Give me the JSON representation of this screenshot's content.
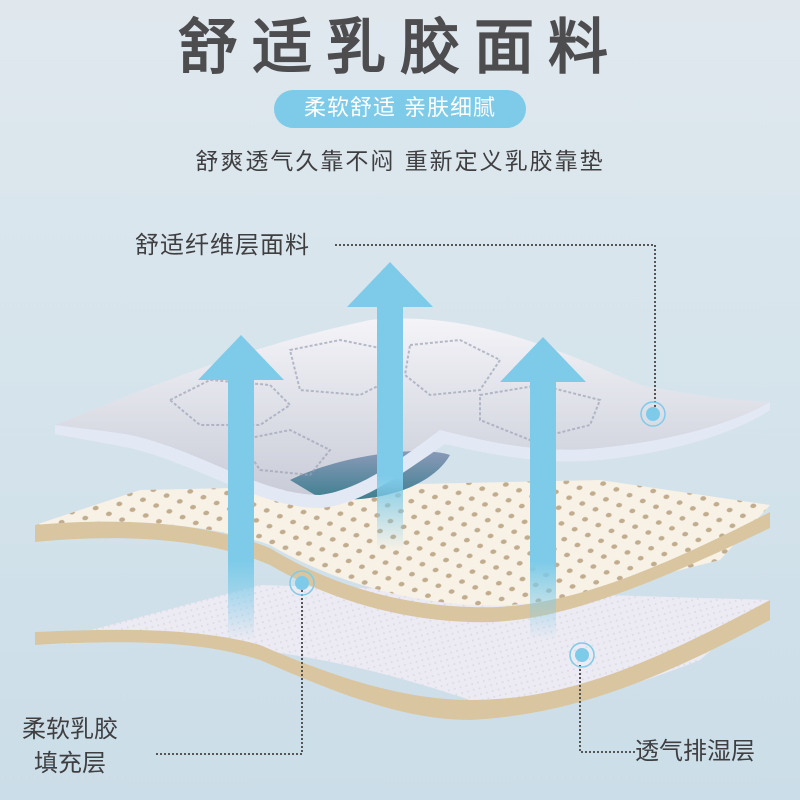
{
  "header": {
    "title": "舒适乳胶面料",
    "pill_text": "柔软舒适  亲肤细腻",
    "subtitle": "舒爽透气久靠不闷  重新定义乳胶靠垫"
  },
  "callouts": [
    {
      "id": "top-layer",
      "label": "舒适纤维层面料"
    },
    {
      "id": "middle-layer",
      "label_line1": "柔软乳胶",
      "label_line2": "填充层"
    },
    {
      "id": "bottom-layer",
      "label": "透气排湿层"
    }
  ],
  "colors": {
    "background": "#d6e4ec",
    "accent_blue": "#7ecbe9",
    "text_dark": "#4d4d4f",
    "latex_edge": "#d9c6a0",
    "latex_face": "#f7f1e6"
  },
  "illustration": {
    "arrows": 3,
    "layers": [
      "quilted fiber fabric",
      "perforated latex",
      "breathable mesh"
    ]
  }
}
